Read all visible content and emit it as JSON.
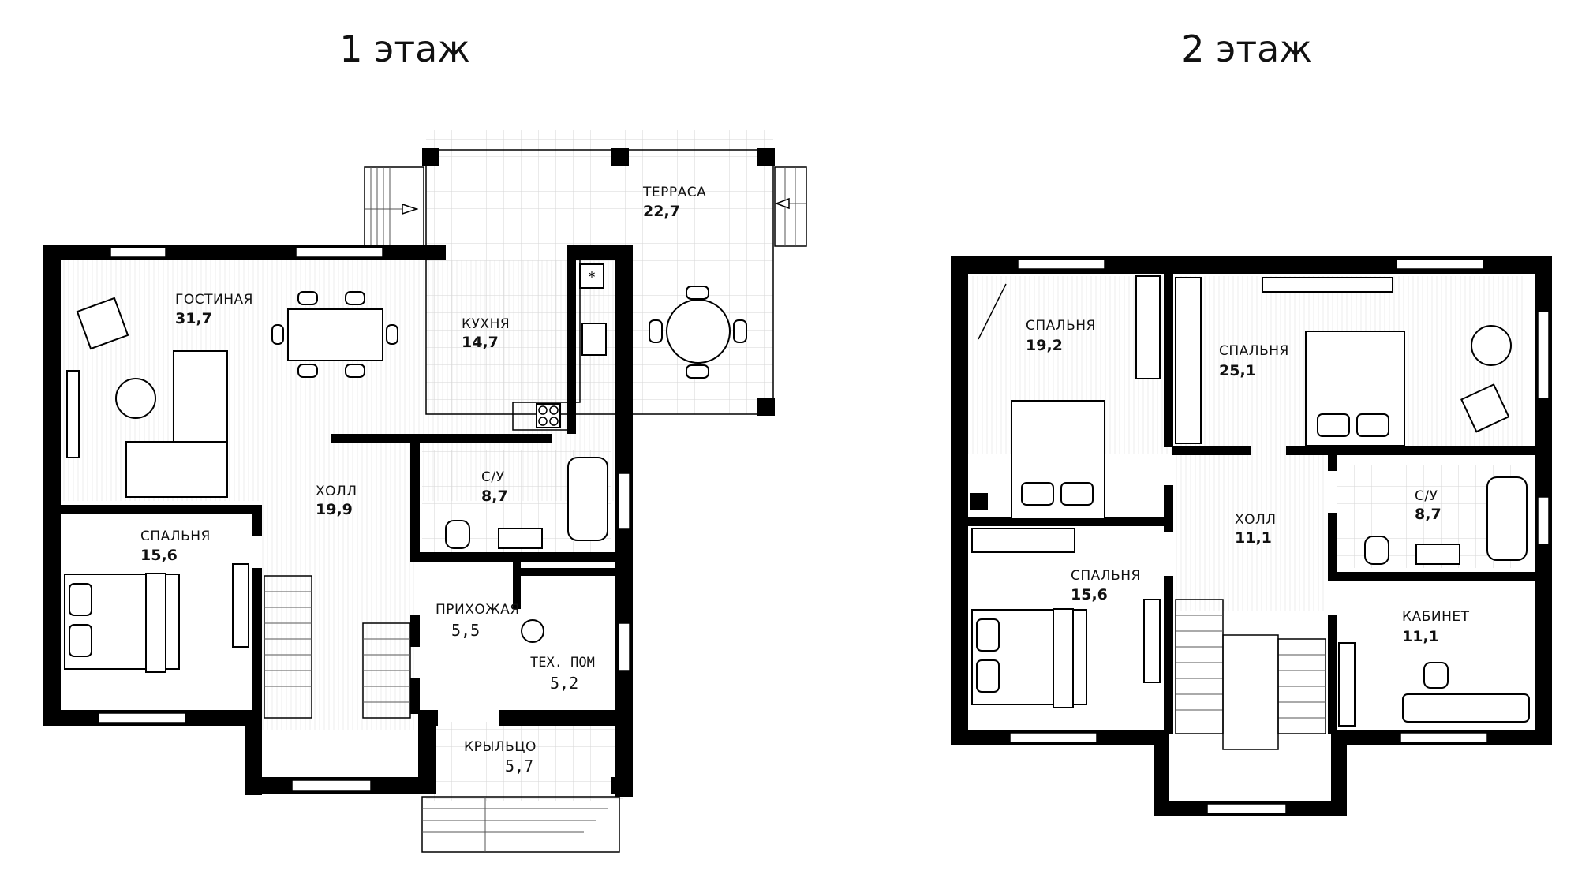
{
  "floors": [
    {
      "title": "1 этаж",
      "rooms": [
        {
          "name": "ГОСТИНАЯ",
          "area": "31,7"
        },
        {
          "name": "КУХНЯ",
          "area": "14,7"
        },
        {
          "name": "ТЕРРАСА",
          "area": "22,7"
        },
        {
          "name": "С/У",
          "area": "8,7"
        },
        {
          "name": "ХОЛЛ",
          "area": "19,9"
        },
        {
          "name": "СПАЛЬНЯ",
          "area": "15,6"
        },
        {
          "name": "ПРИХОЖАЯ",
          "area": "5,5"
        },
        {
          "name": "ТЕХ. ПОМ",
          "area": "5,2"
        },
        {
          "name": "КРЫЛЬЦО",
          "area": "5,7"
        }
      ]
    },
    {
      "title": "2 этаж",
      "rooms": [
        {
          "name": "СПАЛЬНЯ",
          "area": "19,2"
        },
        {
          "name": "СПАЛЬНЯ",
          "area": "25,1"
        },
        {
          "name": "ХОЛЛ",
          "area": "11,1"
        },
        {
          "name": "С/У",
          "area": "8,7"
        },
        {
          "name": "СПАЛЬНЯ",
          "area": "15,6"
        },
        {
          "name": "КАБИНЕТ",
          "area": "11,1"
        }
      ]
    }
  ],
  "colors": {
    "wall": "#000000",
    "background": "#ffffff",
    "tile_grid": "#cfcfcf"
  }
}
